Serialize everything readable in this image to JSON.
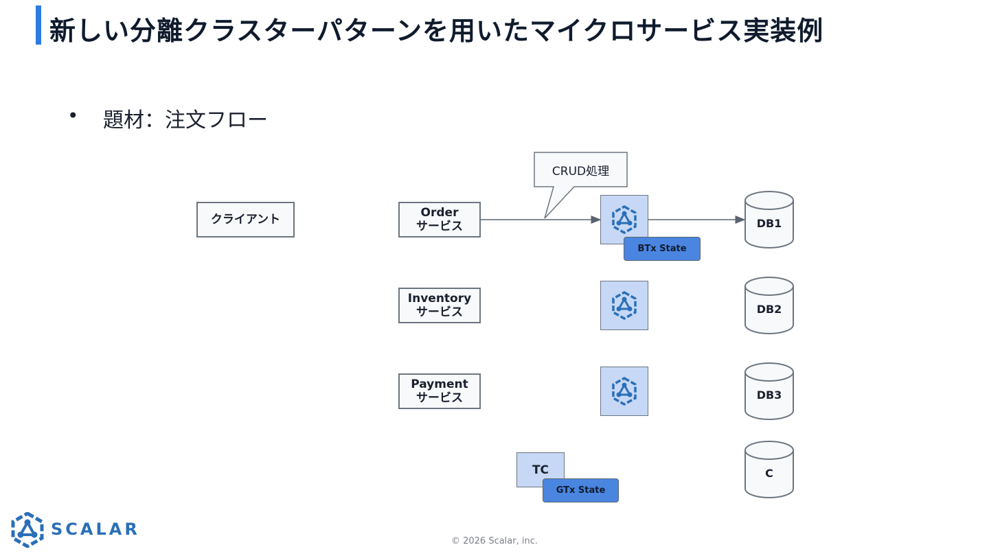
{
  "slide": {
    "title": "新しい分離クラスターパターンを用いたマイクロサービス実装例",
    "bullet": "題材：注文フロー",
    "accent_color": "#2d7be0"
  },
  "diagram": {
    "client_label": "クライアント",
    "services": [
      {
        "label": "Order\nサービス"
      },
      {
        "label": "Inventory\nサービス"
      },
      {
        "label": "Payment\nサービス"
      }
    ],
    "callout": "CRUD処理",
    "btx_state": "BTx State",
    "gtx_state": "GTx State",
    "tc_label": "TC",
    "databases": [
      "DB1",
      "DB2",
      "DB3",
      "C"
    ],
    "node_icon": "scalar-cluster-icon",
    "node_color": "#c6d8f5",
    "state_color": "#4a85e0"
  },
  "footer": {
    "logo_text": "SCALAR",
    "copyright": "© 2026 Scalar, inc."
  }
}
